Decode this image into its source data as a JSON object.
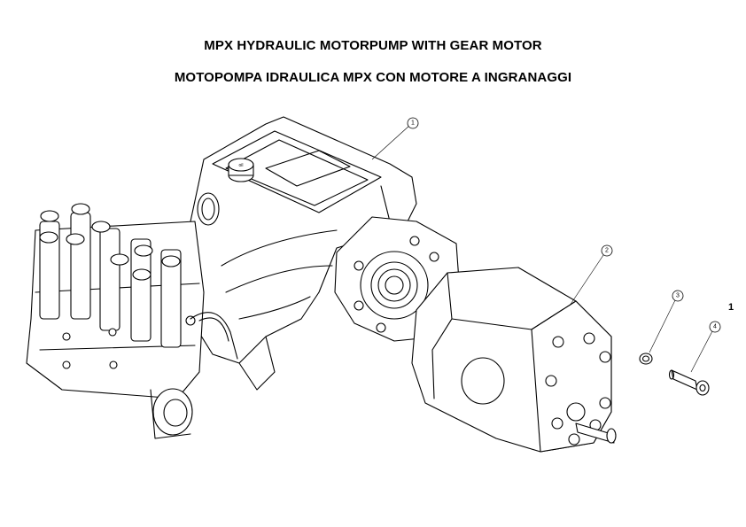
{
  "title_en": "MPX HYDRAULIC MOTORPUMP WITH GEAR MOTOR",
  "title_it": "MOTOPOMPA IDRAULICA MPX CON MOTORE A INGRANAGGI",
  "callouts": [
    {
      "id": "1",
      "label": "1"
    },
    {
      "id": "2",
      "label": "2"
    },
    {
      "id": "3",
      "label": "3"
    },
    {
      "id": "4",
      "label": "4"
    }
  ],
  "page_marker": "1"
}
